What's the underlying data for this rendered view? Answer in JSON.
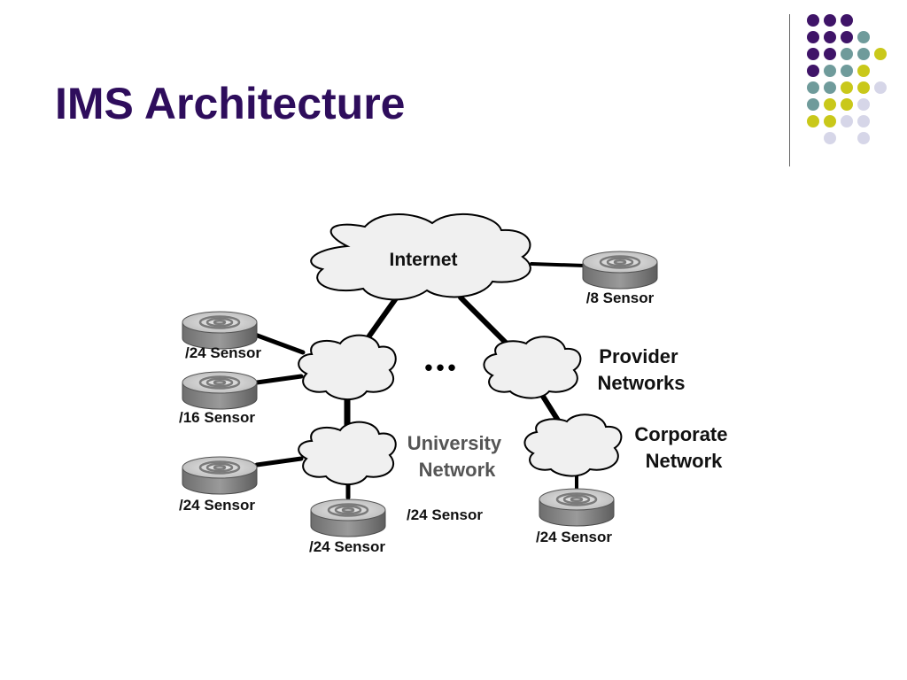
{
  "slide": {
    "title": "IMS Architecture"
  },
  "decoration": {
    "dot_colors": {
      "purple": "#3f1468",
      "teal": "#6f9b9b",
      "yellow": "#c9c81a",
      "lavender": "#d6d6e8"
    },
    "divider_color": "#666666",
    "title_color": "#2e0d5c"
  },
  "diagram": {
    "clouds": {
      "internet": "Internet"
    },
    "labels": {
      "provider": "Provider\nNetworks",
      "university": "University\nNetwork",
      "corporate": "Corporate\nNetwork",
      "ellipsis": "•••"
    },
    "sensors": {
      "s8": "/8 Sensor",
      "s24_upper_left": "/24 Sensor",
      "s16": "/16 Sensor",
      "s24_lower_left": "/24 Sensor",
      "s24_university_right": "/24 Sensor",
      "s24_university_bottom": "/24 Sensor",
      "s24_corporate": "/24 Sensor"
    }
  }
}
